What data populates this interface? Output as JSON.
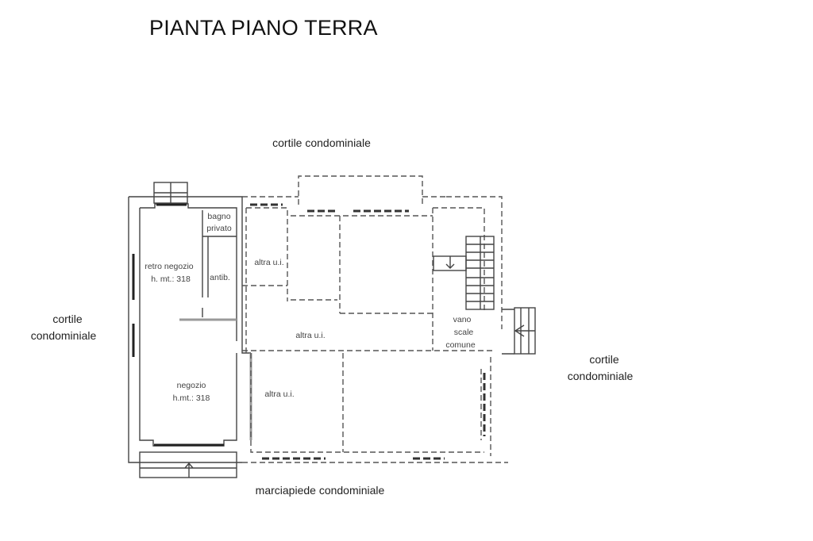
{
  "title": "PIANTA PIANO TERRA",
  "surroundings": {
    "top": "cortile condominiale",
    "left_line1": "cortile",
    "left_line2": "condominiale",
    "right_line1": "cortile",
    "right_line2": "condominiale",
    "bottom": "marciapiede condominiale"
  },
  "rooms": {
    "bagno_1": "bagno",
    "bagno_2": "privato",
    "retro_1": "retro negozio",
    "retro_2": "h. mt.: 318",
    "antib": "antib.",
    "negozio_1": "negozio",
    "negozio_2": "h.mt.: 318",
    "altra_1": "altra u.i.",
    "altra_2": "altra u.i.",
    "altra_3": "altra u.i.",
    "vano_1": "vano",
    "vano_2": "scale",
    "vano_3": "comune"
  }
}
